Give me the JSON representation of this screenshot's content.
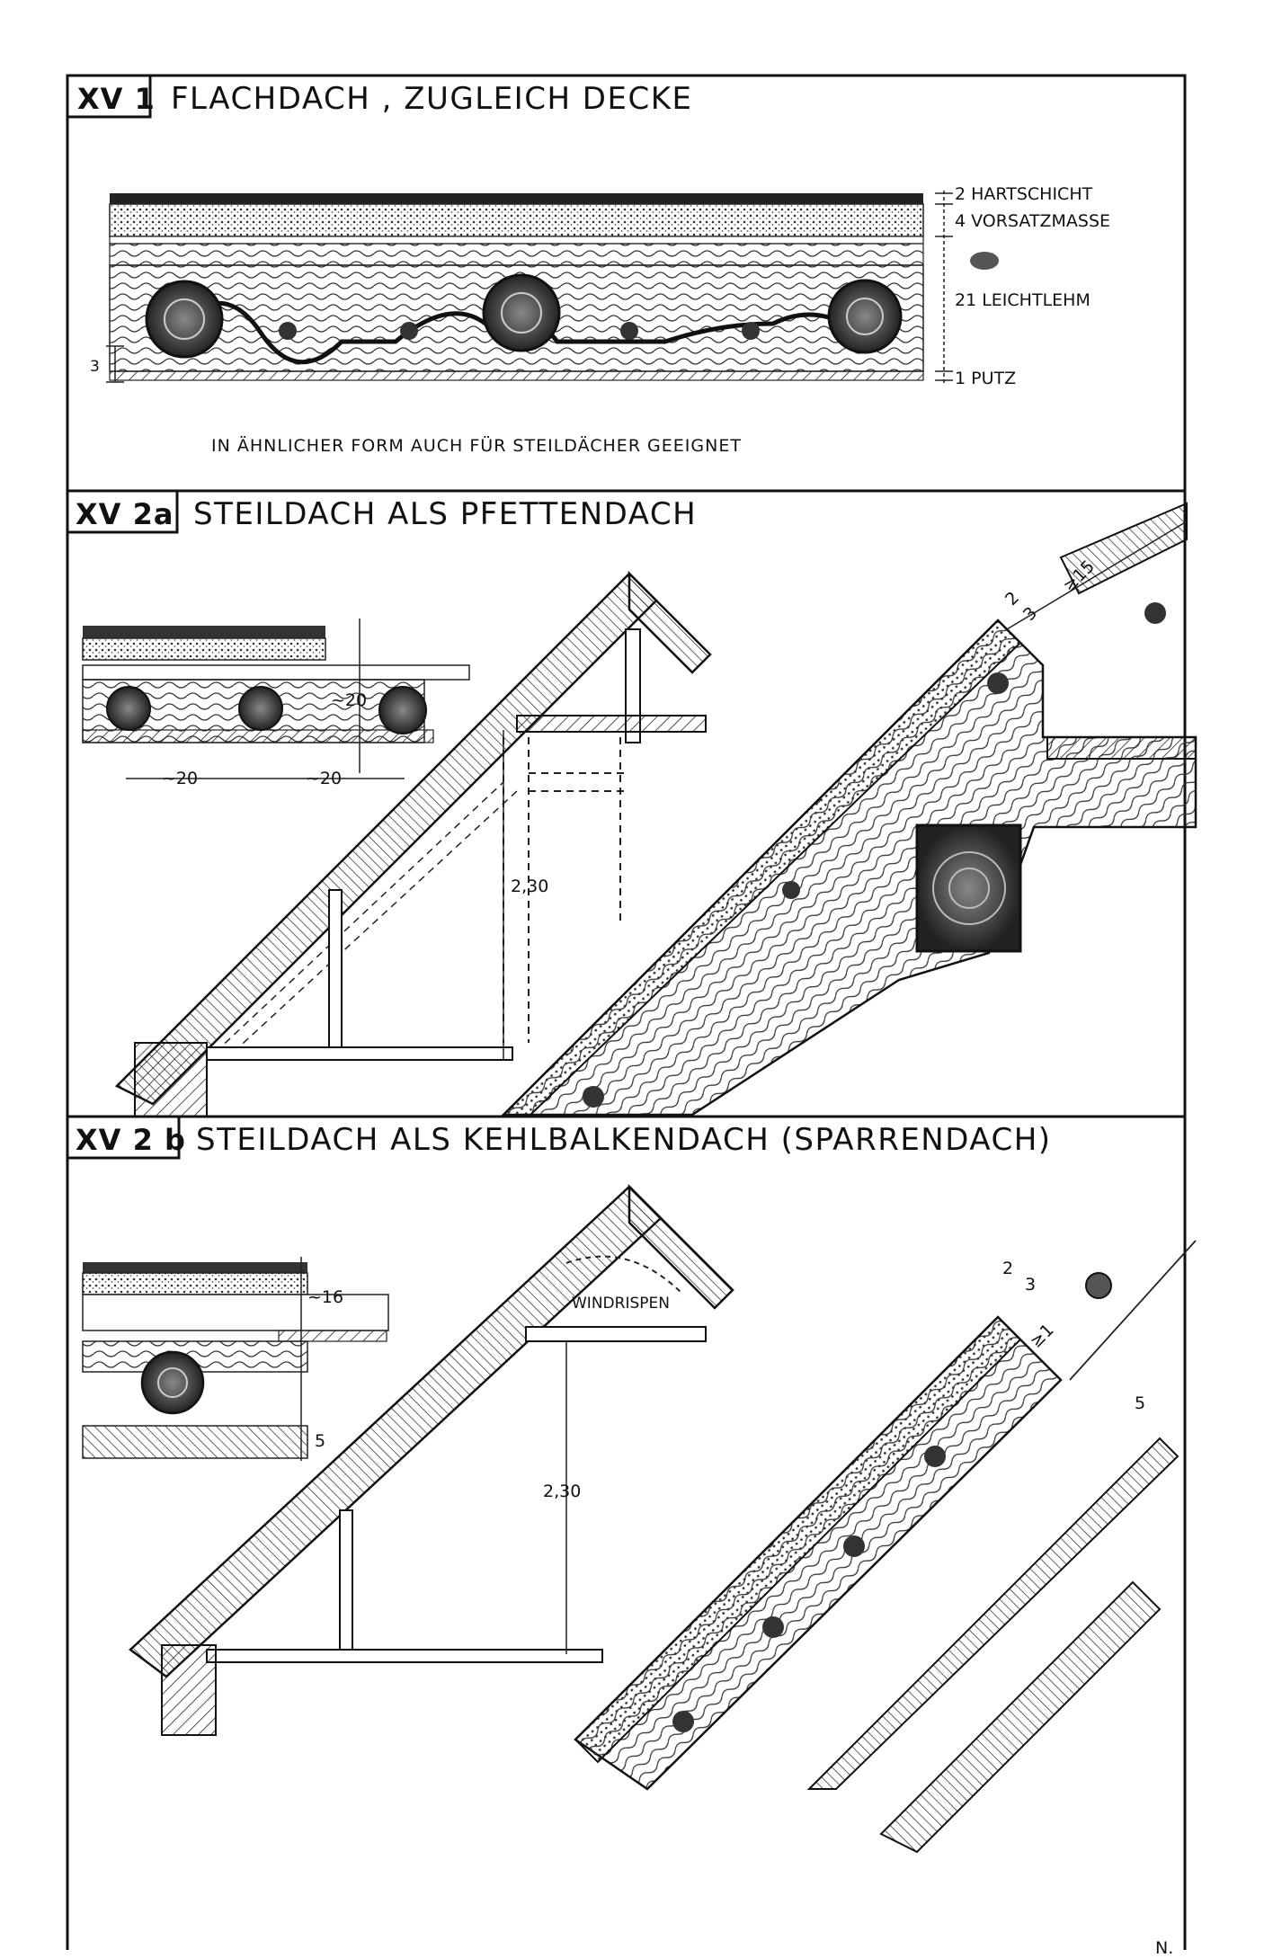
{
  "panels": [
    {
      "code": "XV 1",
      "title": "FLACHDACH , ZUGLEICH DECKE",
      "layers": [
        "2 HARTSCHICHT",
        "4 VORSATZMASSE",
        "21 LEICHTLEHM",
        "1 PUTZ"
      ],
      "note": "IN ÄHNLICHER FORM AUCH FÜR STEILDÄCHER GEEIGNET",
      "dims": [
        "3"
      ]
    },
    {
      "code": "XV 2a",
      "title": "STEILDACH ALS PFETTENDACH",
      "dims": [
        "~20",
        "~20",
        "~20",
        "2,30",
        "2",
        "3",
        "≥15"
      ]
    },
    {
      "code": "XV 2 b",
      "title": "STEILDACH ALS KEHLBALKENDACH (SPARRENDACH)",
      "dims": [
        "~16",
        "5",
        "2,30",
        "2",
        "3",
        "≥1",
        "5"
      ],
      "windrispen": "WINDRISPEN"
    }
  ],
  "signature": "N.",
  "colors": {
    "ink": "#1a1a1a",
    "paper": "#ffffff"
  }
}
